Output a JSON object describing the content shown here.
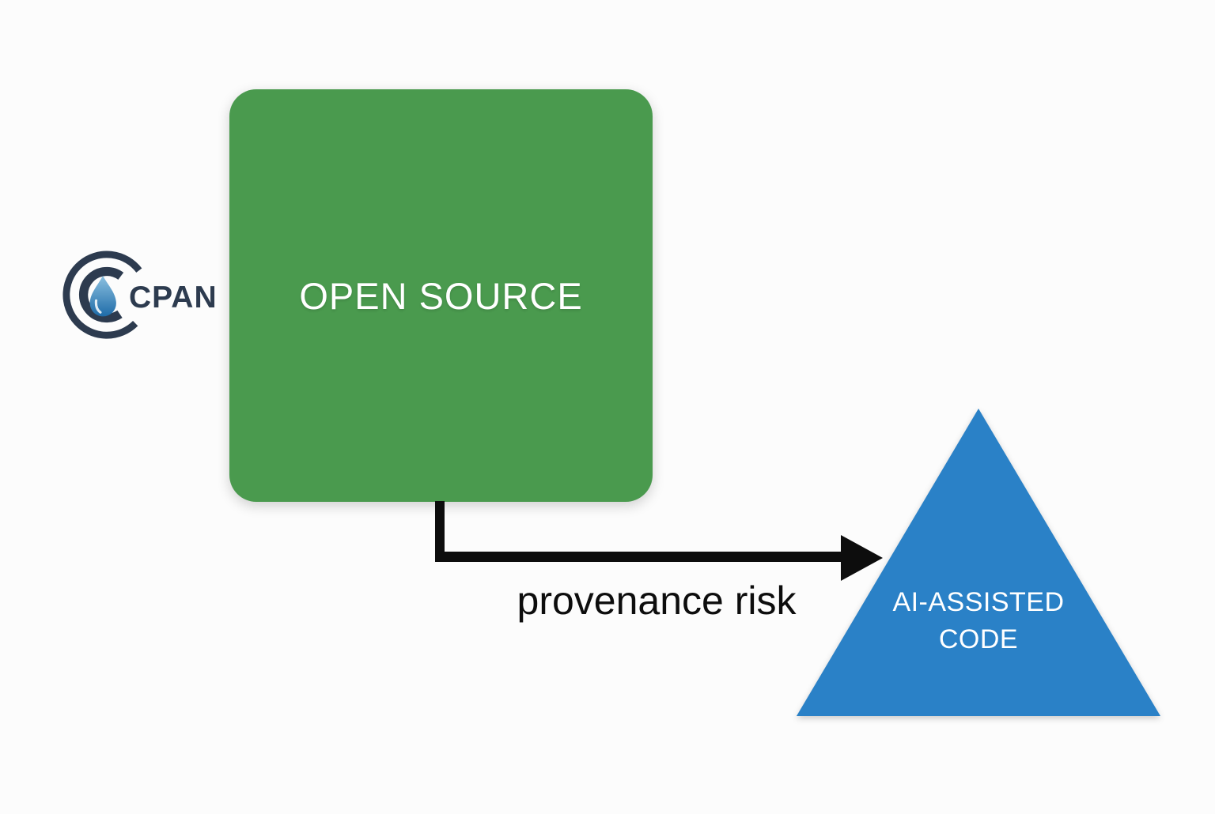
{
  "diagram": {
    "background": "#fcfcfc",
    "logo": {
      "label": "CPAN",
      "navy": "#2d3b4f",
      "drop_gradient_top": "#8cc1e0",
      "drop_gradient_bottom": "#1e6ba8"
    },
    "nodes": [
      {
        "id": "open-source",
        "shape": "rounded-square",
        "label": "OPEN SOURCE",
        "fill": "#4a9a4e",
        "text_color": "#ffffff"
      },
      {
        "id": "ai-assisted-code",
        "shape": "triangle",
        "label_line1": "AI-ASSISTED",
        "label_line2": "CODE",
        "fill": "#2a81c7",
        "text_color": "#ffffff"
      }
    ],
    "edges": [
      {
        "from": "open-source",
        "to": "ai-assisted-code",
        "label": "provenance risk",
        "color": "#0d0d0d"
      }
    ]
  }
}
